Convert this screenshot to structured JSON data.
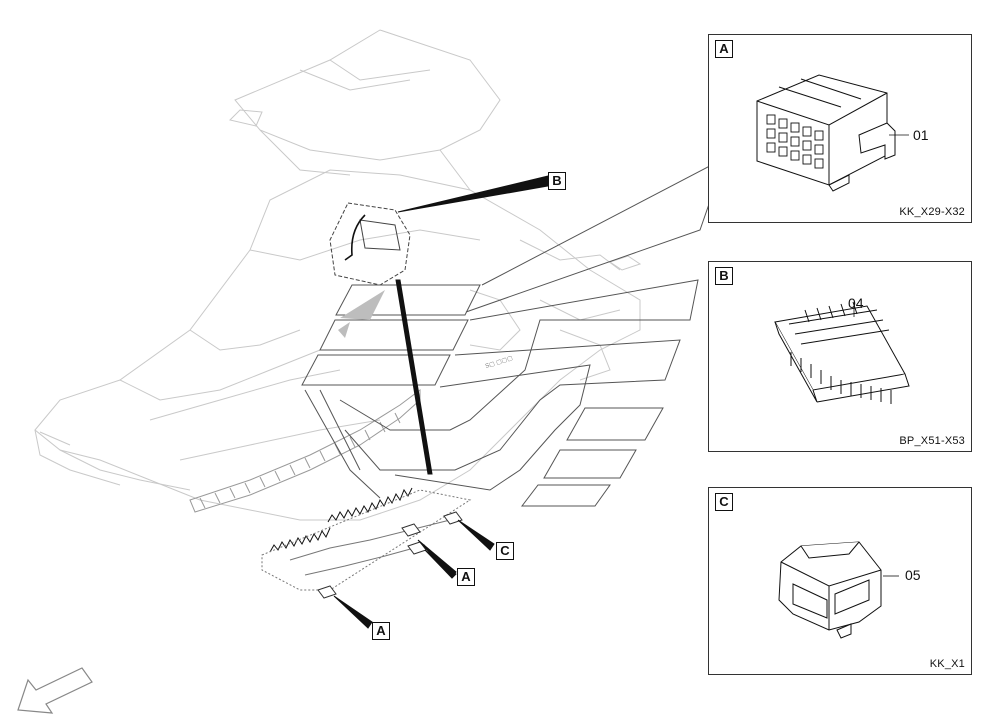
{
  "panels": [
    {
      "letter": "A",
      "code": "KK_X29-X32",
      "part_number": "01"
    },
    {
      "letter": "B",
      "code": "BP_X51-X53",
      "part_number": "04"
    },
    {
      "letter": "C",
      "code": "KK_X1",
      "part_number": "05"
    }
  ],
  "callouts": {
    "b_top": "B",
    "c_lower": "C",
    "a_middle": "A",
    "a_bottom": "A"
  },
  "machine": {
    "small_marking": "S▢ ▢▢▢"
  }
}
